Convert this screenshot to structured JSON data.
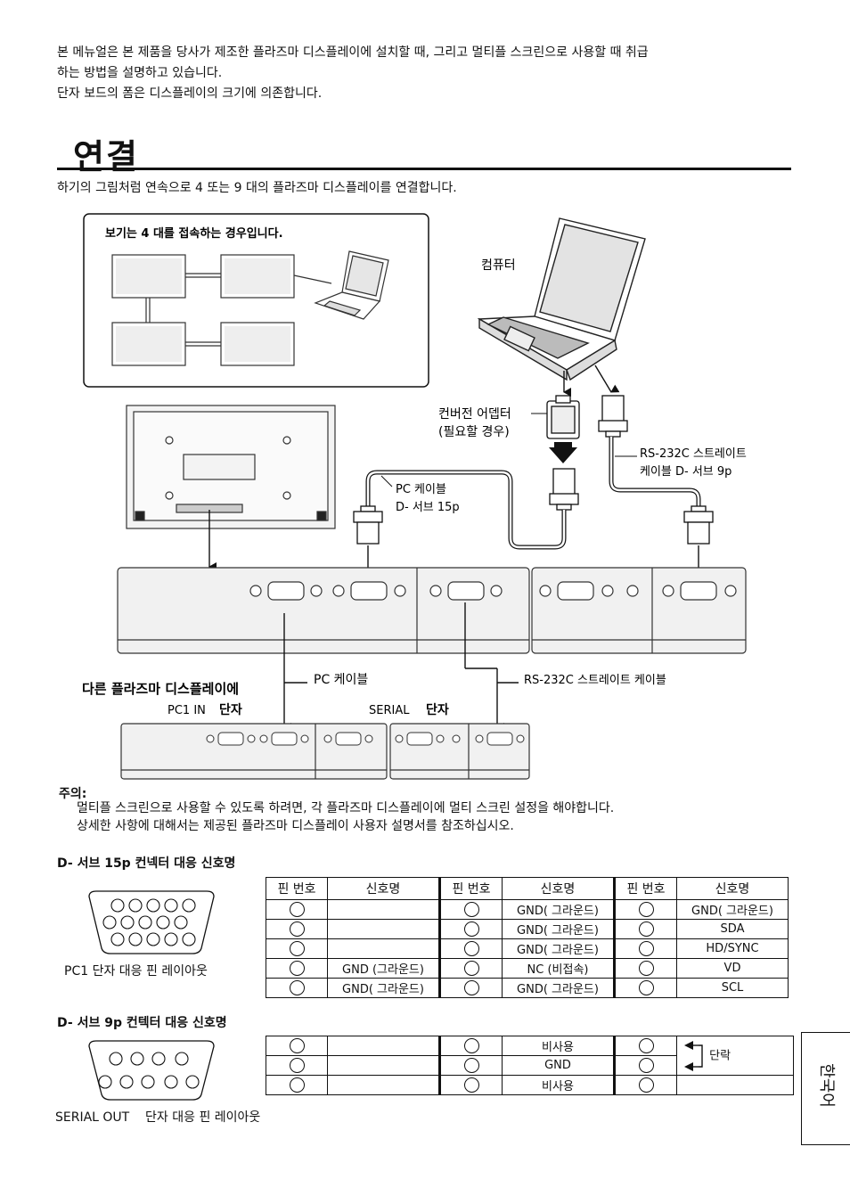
{
  "intro": {
    "line1": "본 메뉴얼은 본 제품을 당사가 제조한 플라즈마 디스플레이에 설치할 때, 그리고 멀티플 스크린으로 사용할 때 취급",
    "line2": "하는 방법을 설명하고 있습니다.",
    "line3": "단자 보드의 폼은 디스플레이의 크기에 의존합니다."
  },
  "heading": "연결",
  "subtitle": "하기의 그림처럼 연속으로 4 또는 9 대의 플라즈마 디스플레이를 연결합니다.",
  "diagram": {
    "example_box": "보기는 4 대를 접속하는 경우입니다.",
    "computer": "컴퓨터",
    "adapter_line1": "컨버전 어뎁터",
    "adapter_line2": "(필요할  경우)",
    "rs232_line1": "RS-232C   스트레이트",
    "rs232_line2": "케이블 D- 서브 9p",
    "pc_cable_line1": "PC  케이블",
    "pc_cable_line2": "D- 서브 15p",
    "other_display": "다른 플라즈마 디스플레이에",
    "pc_cable2": "PC  케이블",
    "rs232_cable2": "RS-232C    스트레이트 케이블",
    "pc1in": "PC1 IN",
    "terminal1": "단자",
    "serial": "SERIAL",
    "terminal2": "단자"
  },
  "note": {
    "title": "주의:",
    "line1": "멀티플 스크린으로 사용할 수 있도록 하려면, 각 플라즈마 디스플레이에 멀티 스크린 설정을 해야합니다.",
    "line2": "상세한 사항에 대해서는 제공된 플라즈마 디스플레이 사용자 설명서를 참조하십시오."
  },
  "dsub15": {
    "title": "D- 서브 15p  컨넥터 대응 신호명",
    "caption": "PC1  단자 대응 핀 레이아웃",
    "header": {
      "pin": "핀 번호",
      "signal": "신호명"
    },
    "rows": [
      [
        "",
        "",
        "GND( 그라운드)",
        "GND( 그라운드)"
      ],
      [
        "",
        "",
        "GND( 그라운드)",
        "SDA"
      ],
      [
        "",
        "",
        "GND( 그라운드)",
        "HD/SYNC"
      ],
      [
        "",
        "GND (그라운드)",
        "NC  (비접속)",
        "VD"
      ],
      [
        "",
        "GND( 그라운드)",
        "GND( 그라운드)",
        "SCL"
      ]
    ]
  },
  "dsub9": {
    "title": "D- 서브 9p  컨텍터 대응 신호명",
    "caption": "SERIAL OUT    단자 대응 핀 레이아웃",
    "rows": [
      [
        "",
        "비사용"
      ],
      [
        "",
        "GND"
      ],
      [
        "",
        "비사용"
      ]
    ],
    "short": "단락"
  },
  "side_tab": "한국어"
}
